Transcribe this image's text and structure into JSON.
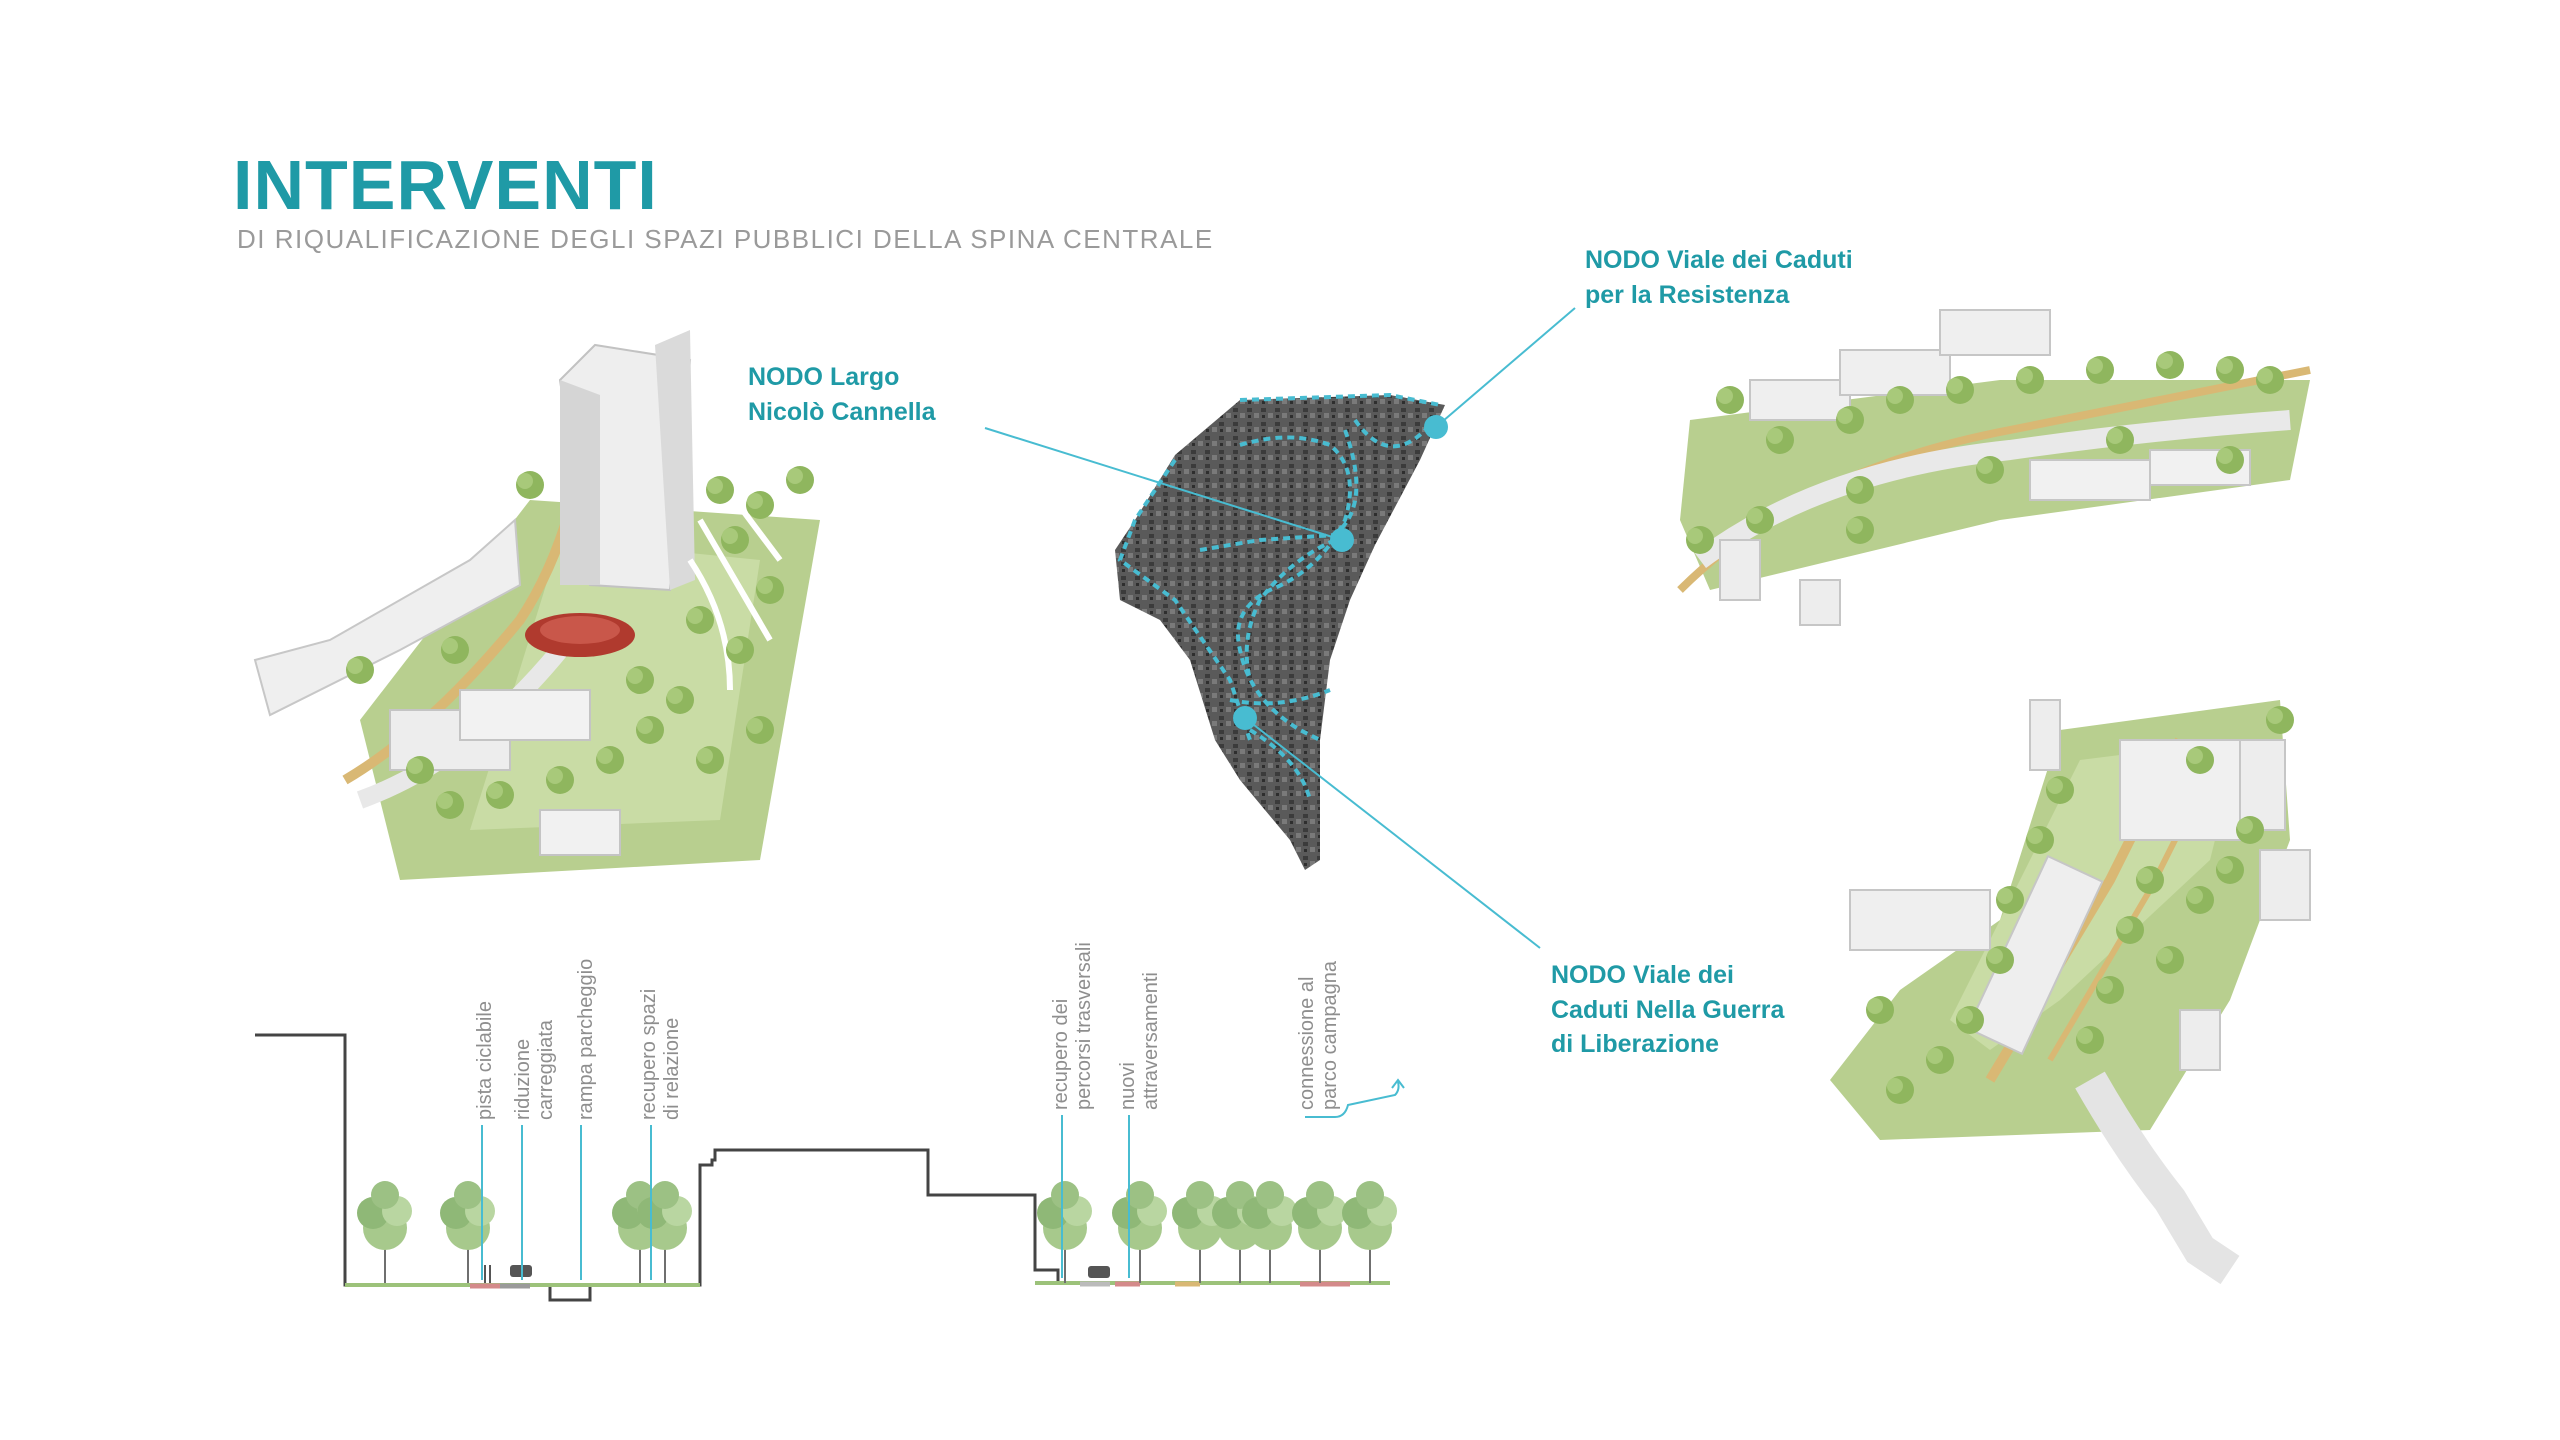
{
  "header": {
    "title": "INTERVENTI",
    "subtitle": "DI RIQUALIFICAZIONE DEGLI SPAZI PUBBLICI DELLA SPINA CENTRALE"
  },
  "nodes": {
    "largo_cannella": {
      "line1": "NODO Largo",
      "line2": "Nicolò Cannella"
    },
    "caduti_resistenza": {
      "line1": "NODO Viale dei Caduti",
      "line2": "per la Resistenza"
    },
    "caduti_liberazione": {
      "line1": "NODO Viale dei",
      "line2": "Caduti Nella Guerra",
      "line3": "di Liberazione"
    }
  },
  "section_labels": {
    "pista": "pista ciclabile",
    "riduzione_1": "riduzione",
    "riduzione_2": "carreggiata",
    "rampa": "rampa parcheggio",
    "recupero_spazi_1": "recupero spazi",
    "recupero_spazi_2": "di relazione",
    "recupero_percorsi_1": "recupero dei",
    "recupero_percorsi_2": "percorsi trasversali",
    "nuovi_1": "nuovi",
    "nuovi_2": "attraversamenti",
    "connessione_1": "connessione al",
    "connessione_2": "parco campagna"
  },
  "colors": {
    "accent": "#1f9aa6",
    "callout": "#48bcd1",
    "green": "#a9c47e",
    "tree": "#7faa52",
    "building": "#eeeeee",
    "path": "#d9b874",
    "red": "#b03a2e"
  }
}
